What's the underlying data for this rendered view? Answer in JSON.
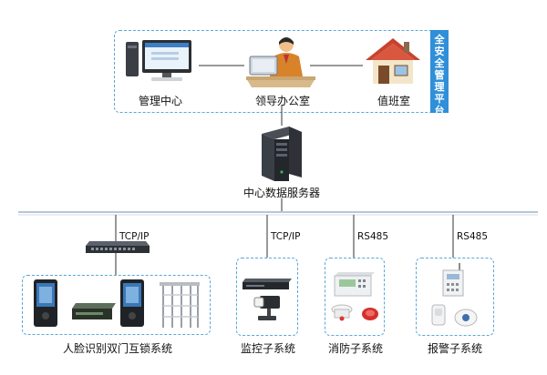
{
  "platform": {
    "title_chars": [
      "全",
      "安",
      "全",
      "管",
      "理",
      "平",
      "台"
    ],
    "nodes": {
      "management_center": "管理中心",
      "leadership_office": "领导办公室",
      "duty_room": "值班室"
    }
  },
  "server": {
    "label": "中心数据服务器"
  },
  "protocols": {
    "face_access": "TCP/IP",
    "monitoring": "TCP/IP",
    "fire": "RS485",
    "alarm": "RS485"
  },
  "subsystems": {
    "face_access": "人脸识别双门互锁系统",
    "monitoring": "监控子系统",
    "fire": "消防子系统",
    "alarm": "报警子系统"
  },
  "colors": {
    "dash_border": "#5aa7d8",
    "sidebar_bg": "#2f8fd8",
    "bus_line": "#9fb3c8",
    "wire": "#333333"
  }
}
